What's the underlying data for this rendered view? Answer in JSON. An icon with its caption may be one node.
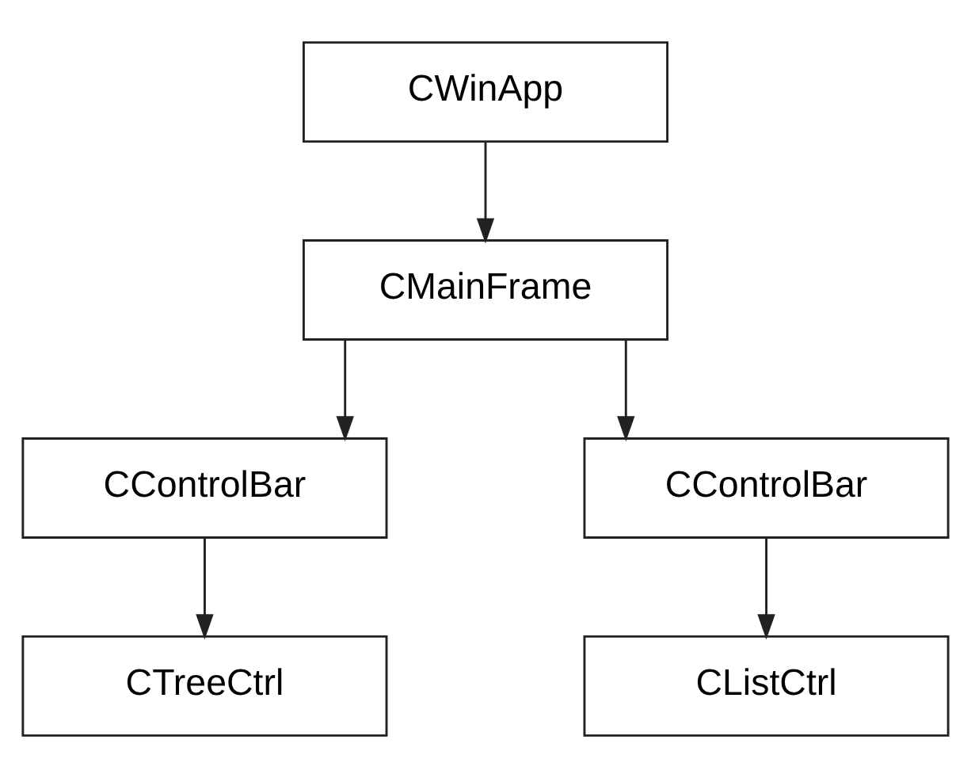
{
  "diagram": {
    "nodes": [
      {
        "text": [
          "CWinApp"
        ]
      },
      {
        "text": [
          "CMainFrame"
        ]
      },
      {
        "text": [
          "CControlBar"
        ]
      },
      {
        "text": [
          "CControlBar"
        ]
      },
      {
        "text": [
          "CTreeCtrl"
        ]
      },
      {
        "text": [
          "CListCtrl"
        ]
      }
    ],
    "edges": [
      {
        "from": 0,
        "to": 1,
        "arrow": "to"
      },
      {
        "from": 1,
        "to": 2,
        "arrow": "to"
      },
      {
        "from": 1,
        "to": 3,
        "arrow": "to"
      },
      {
        "from": 2,
        "to": 4,
        "arrow": "to"
      },
      {
        "from": 3,
        "to": 5,
        "arrow": "to"
      }
    ]
  }
}
